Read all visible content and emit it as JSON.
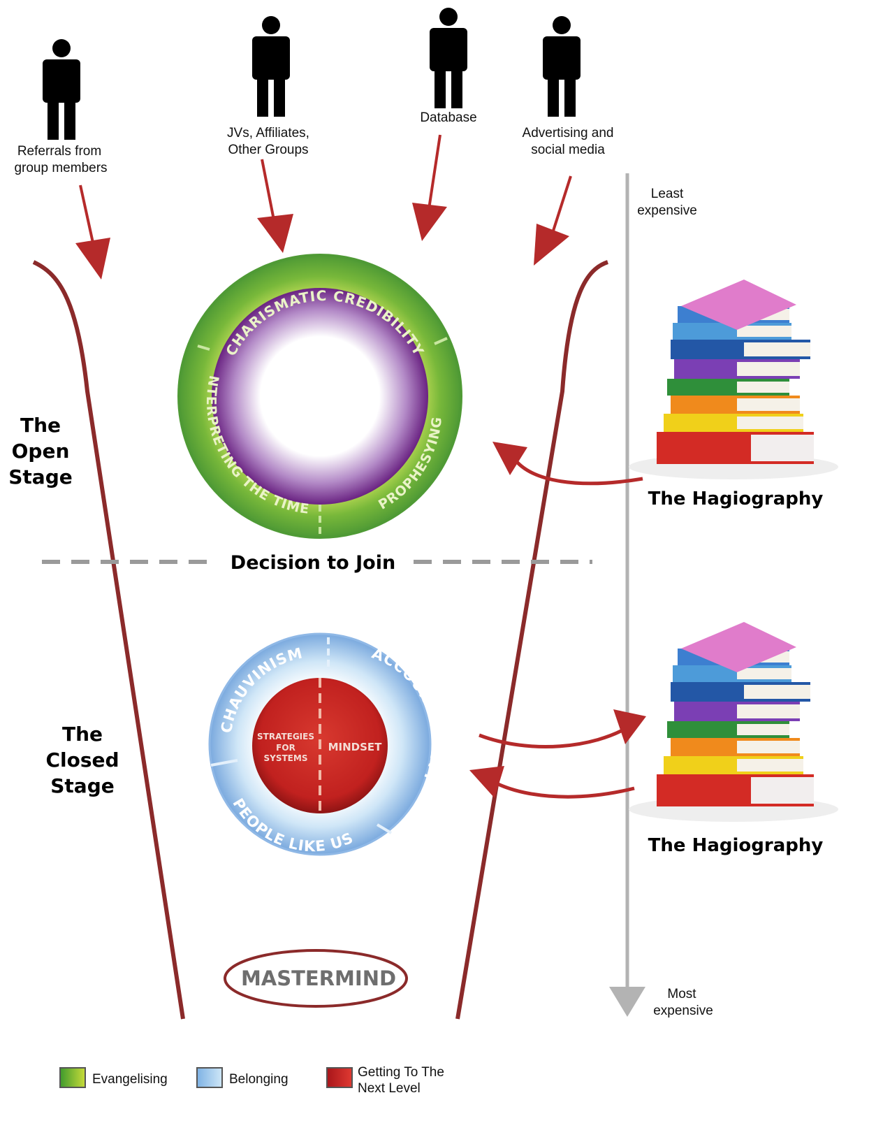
{
  "sources": [
    {
      "line1": "Referrals from",
      "line2": "group members"
    },
    {
      "line1": "JVs, Affiliates,",
      "line2": "Other Groups"
    },
    {
      "line1": "Database",
      "line2": ""
    },
    {
      "line1": "Advertising and",
      "line2": "social media"
    }
  ],
  "cost_axis": {
    "top_line1": "Least",
    "top_line2": "expensive",
    "bottom_line1": "Most",
    "bottom_line2": "expensive"
  },
  "stages": {
    "open": {
      "line1": "The",
      "line2": "Open",
      "line3": "Stage"
    },
    "closed": {
      "line1": "The",
      "line2": "Closed",
      "line3": "Stage"
    }
  },
  "decision_label": "Decision to Join",
  "open_ring": {
    "top": "CHARISMATIC CREDIBILITY",
    "left": "INTERPRETING THE TIMES",
    "right": "PROPHESYING"
  },
  "closed_ring": {
    "left": "CHAUVINISM",
    "right": "ACCOUNTABILITY",
    "bottom": "PEOPLE LIKE US",
    "core_left_1": "STRATEGIES",
    "core_left_2": "FOR",
    "core_left_3": "SYSTEMS",
    "core_right": "MINDSET"
  },
  "hagiography_top": "The Hagiography",
  "hagiography_bottom": "The Hagiography",
  "mastermind": "MASTERMIND",
  "legend": [
    {
      "line1": "Evangelising",
      "line2": "",
      "color": "#7cbd2e"
    },
    {
      "line1": "Belonging",
      "line2": "",
      "color": "#9cc9ea"
    },
    {
      "line1": "Getting To The",
      "line2": "Next Level",
      "color": "#c9262d"
    }
  ],
  "colors": {
    "funnel": "#8b2a2a",
    "arrow": "#b52a2a",
    "axis": "#b3b3b3",
    "dash": "#9a9a9a",
    "evangelising": "#6aa93a",
    "belonging": "#8fc0ea",
    "next_level": "#c9262d"
  }
}
